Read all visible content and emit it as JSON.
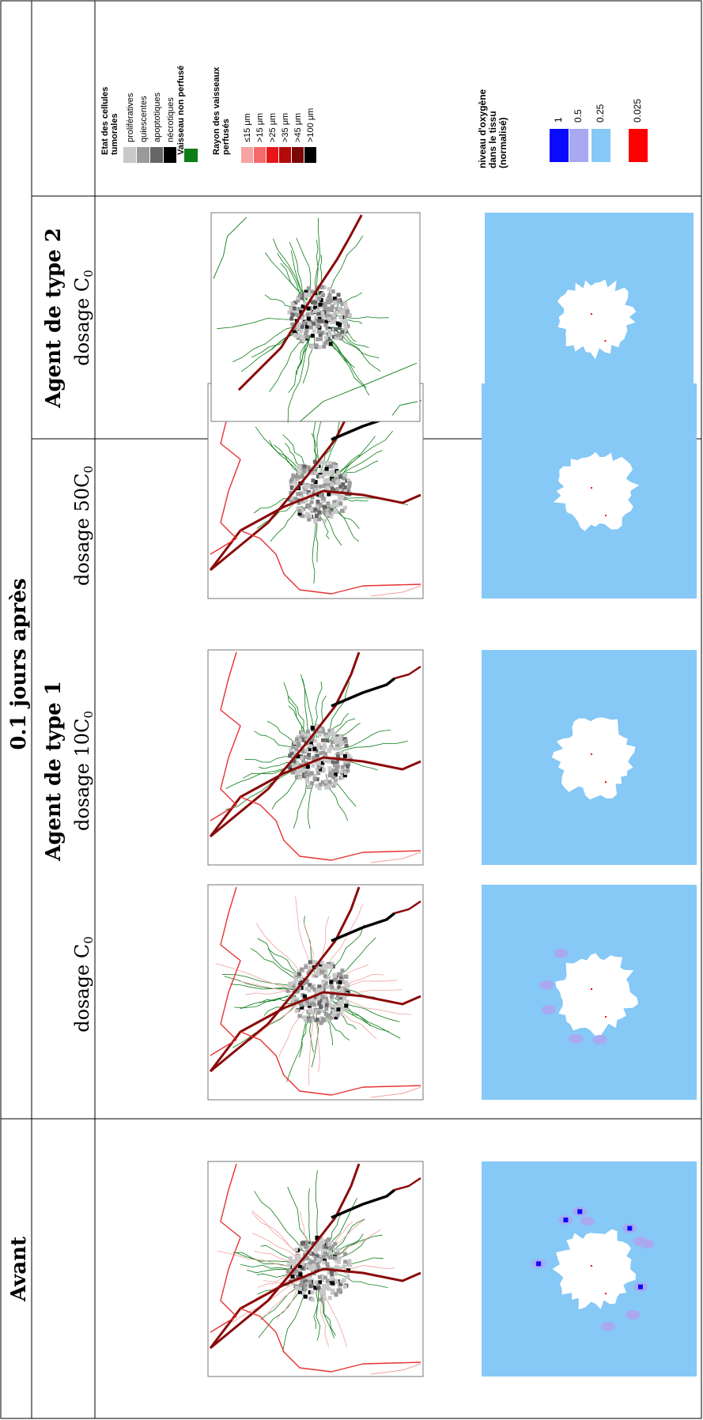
{
  "headers": {
    "before": "Avant",
    "after": "0.1 jours après",
    "agent1": "Agent de type 1",
    "agent2": "Agent de type 2",
    "dose_c0_a": "dosage C",
    "dose_10c0": "dosage 10C",
    "dose_50c0": "dosage 50C",
    "dose_c0_b": "dosage C",
    "subscript": "0"
  },
  "legend_cells": {
    "title_line1": "Etat des cellules",
    "title_line2": "tumorales",
    "states": [
      {
        "label": "prolifératives",
        "color": "#c8c8c8"
      },
      {
        "label": "quiescentes",
        "color": "#9a9a9a"
      },
      {
        "label": "apoptotiques",
        "color": "#666666"
      },
      {
        "label": "nécrotiques",
        "color": "#000000"
      }
    ],
    "nonperfused_label": "Vaisseau non perfusé",
    "nonperfused_color": "#0c7d17",
    "radius_title_line1": "Rayon des vaisseaux",
    "radius_title_line2": "perfusés",
    "radii": [
      {
        "label": "≤15 μm",
        "color": "#f7a3a3"
      },
      {
        "label": ">15 μm",
        "color": "#f46a6a"
      },
      {
        "label": ">25 μm",
        "color": "#e8141a"
      },
      {
        "label": ">35 μm",
        "color": "#b40a0a"
      },
      {
        "label": ">45 μm",
        "color": "#7b0606"
      },
      {
        "label": ">100 μm",
        "color": "#000000"
      }
    ]
  },
  "legend_oxygen": {
    "title_line1": "niveau d'oxygène",
    "title_line2": "dans le tissu",
    "title_line3": "(normalisé)",
    "levels": [
      {
        "label": "1",
        "color": "#0a0aff"
      },
      {
        "label": "0.5",
        "color": "#a9a9f2"
      },
      {
        "label": "0.25",
        "color": "#86c8f6"
      },
      {
        "label": "0.025",
        "color": "#ff0000"
      }
    ]
  },
  "colors": {
    "tissue_bg": "#86c8f6",
    "tumor_core": "#ffffff",
    "vessel_main": "#8b0a0a",
    "vessel_small": "#e83030",
    "sprout": "#0c7d17",
    "blocked": "#000000"
  }
}
